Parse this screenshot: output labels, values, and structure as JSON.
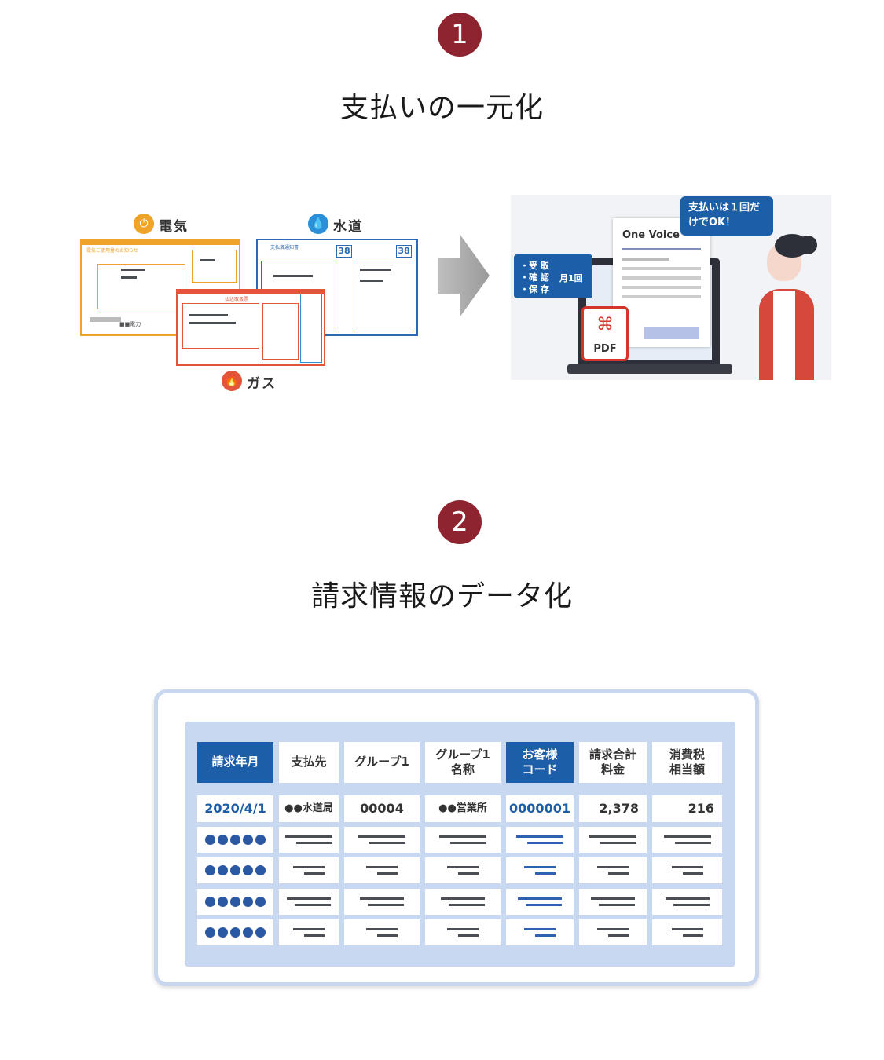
{
  "section1": {
    "badge": "1",
    "title": "支払いの一元化",
    "utilities": {
      "electricity": "電気",
      "water": "水道",
      "gas": "ガス"
    },
    "electric_bill": {
      "header": "電気ご使用量のお知らせ",
      "company": "■■電力"
    },
    "water_bill": {
      "header": "支払済通知書",
      "number": "38"
    },
    "gas_bill": {
      "header": "払込取扱票"
    },
    "illustration": {
      "speech_bubble": "支払いは１回だけでOK！",
      "list_items": [
        "・受 取",
        "・確 認",
        "・保 存"
      ],
      "frequency": "月1回",
      "brand": "One Voice",
      "pdf_label": "PDF"
    }
  },
  "section2": {
    "badge": "2",
    "title": "請求情報のデータ化",
    "table": {
      "headers": [
        "請求年月",
        "支払先",
        "グループ1",
        "グループ1\n名称",
        "お客様\nコード",
        "請求合計\n料金",
        "消費税\n相当額"
      ],
      "row1": [
        "2020/4/1",
        "●●水道局",
        "00004",
        "●●営業所",
        "0000001",
        "2,378",
        "216"
      ]
    }
  },
  "colors": {
    "badge": "#8e2430",
    "electric": "#f0a32a",
    "water": "#2b6ab3",
    "gas": "#e2553a",
    "table_header_dark": "#1d5ea8",
    "table_bg": "#c8d8f1"
  }
}
